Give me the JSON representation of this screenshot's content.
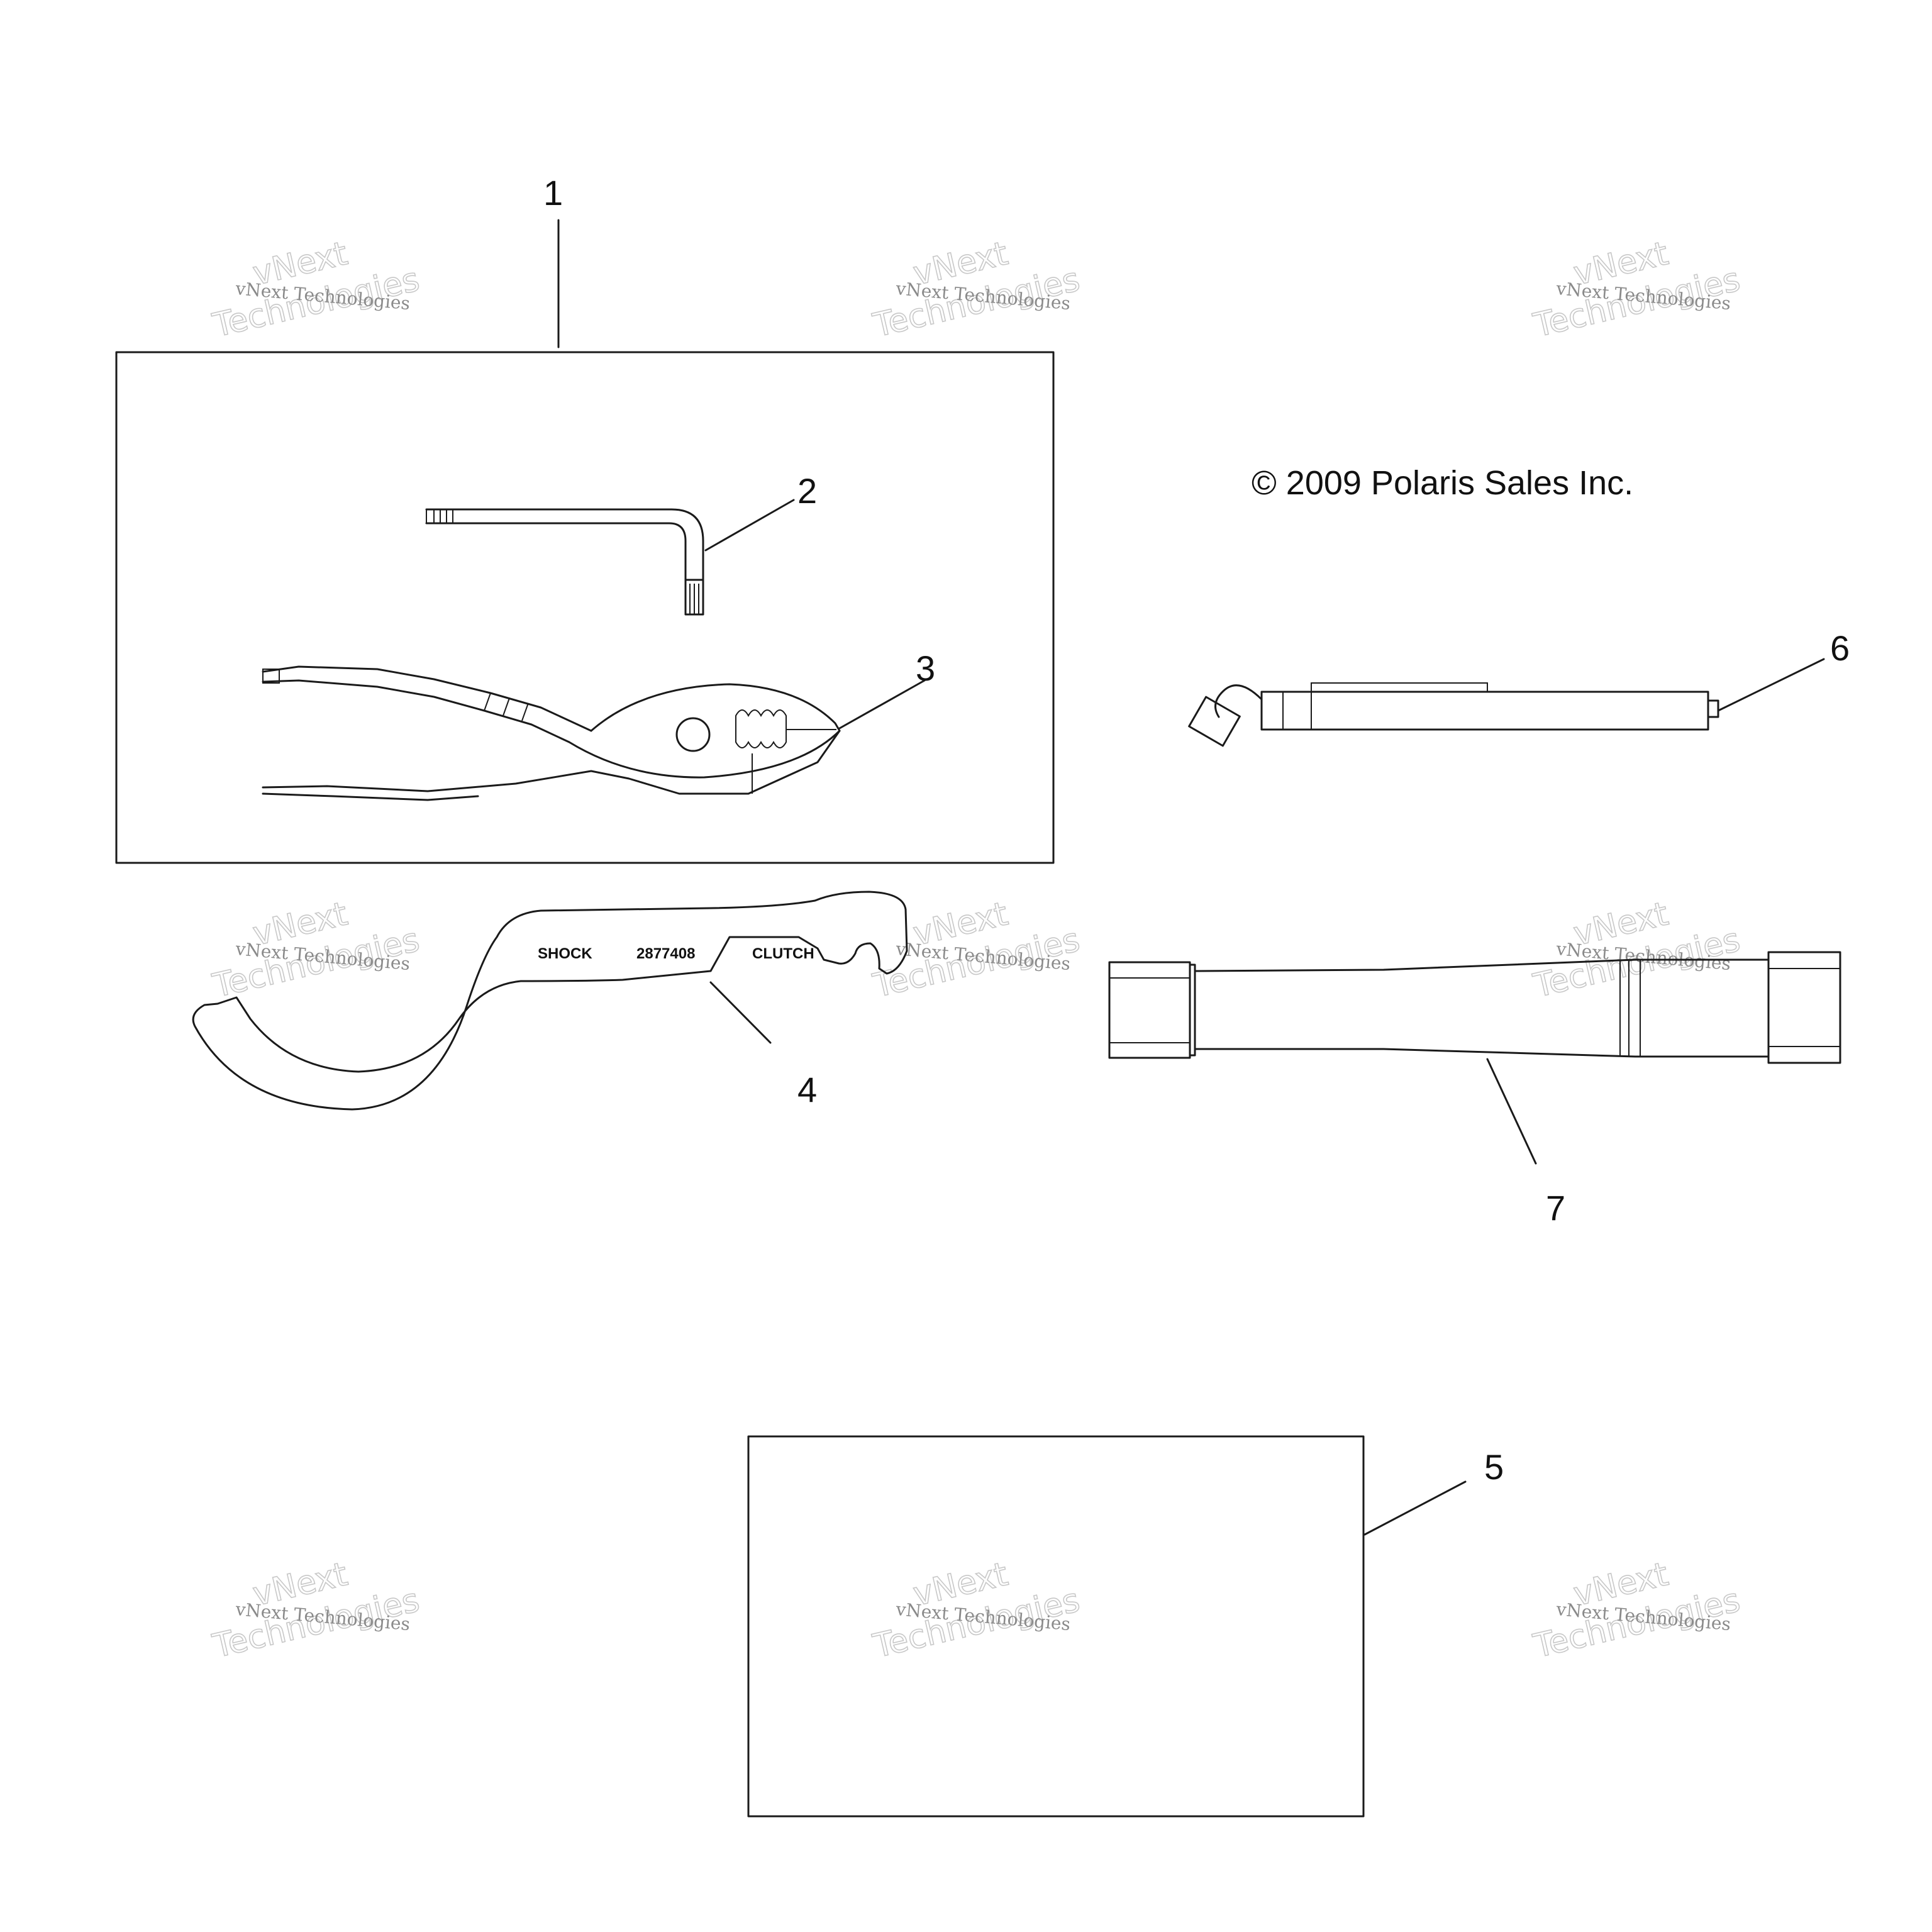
{
  "diagram": {
    "copyright": "© 2009 Polaris Sales Inc.",
    "callouts": {
      "c1": "1",
      "c2": "2",
      "c3": "3",
      "c4": "4",
      "c5": "5",
      "c6": "6",
      "c7": "7"
    },
    "wrench_stamp": {
      "left": "SHOCK",
      "middle": "2877408",
      "right": "CLUTCH"
    },
    "watermark": {
      "small": "vNext Technologies",
      "big_top": "vNext",
      "big_bottom": "Technologies"
    }
  }
}
